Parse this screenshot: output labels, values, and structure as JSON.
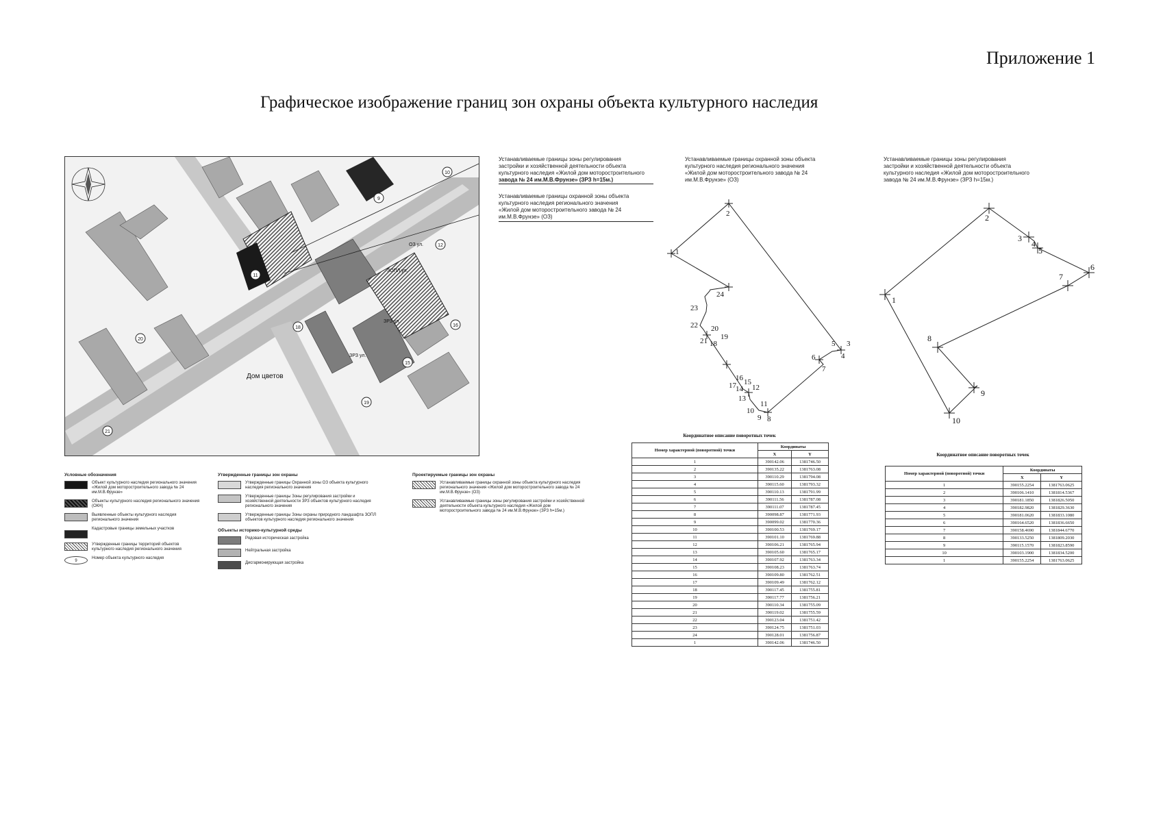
{
  "header": {
    "appendix": "Приложение 1",
    "title": "Графическое изображение границ зон охраны объекта культурного наследия"
  },
  "map": {
    "callout_zrz_line1": "Устанавливаемые границы зоны регулирования",
    "callout_zrz_line2": "застройки и хозяйственной деятельности объекта",
    "callout_zrz_line3": "культурного наследия «Жилой дом моторостроительного",
    "callout_zrz_line4": "завода № 24 им.М.В.Фрунзе» (ЗРЗ h=15м.)",
    "callout_oz_line1": "Устанавливаемые границы охранной зоны объекта",
    "callout_oz_line2": "культурного наследия регионального значения",
    "callout_oz_line3": "«Жилой дом моторостроительного завода № 24",
    "callout_oz_line4": "им.М.В.Фрунзе» (ОЗ)",
    "label_dom_tsvetov": "Дом цветов",
    "label_oz": "ОЗ ул.",
    "label_zrz1": "ЗРЗ ул.",
    "label_zrz2": "ЗРЗ ул.",
    "label_zopl": "ЗОПЛ ул.",
    "markers": [
      "10",
      "9",
      "12",
      "11",
      "16",
      "15",
      "18",
      "19",
      "20",
      "21"
    ]
  },
  "legend": {
    "col1_header": "Условные обозначения",
    "col1_items": [
      "Объект культурного наследия регионального значения «Жилой дом моторостроительного завода № 24 им.М.В.Фрунзе»",
      "Объекты культурного наследия регионального значения (ОКН)",
      "Выявленные объекты культурного наследия регионального значения",
      "Кадастровые границы земельных участков",
      "Утвержденные границы территорий объектов культурного наследия регионального значения",
      "Номер объекта культурного наследия"
    ],
    "col1_circle": "9",
    "col2_header": "Утвержденные границы зон охраны",
    "col2_items": [
      "Утвержденные границы Охранной зоны ОЗ объекта культурного наследия регионального значения",
      "Утвержденные границы Зоны регулирования застройки и хозяйственной деятельности ЗРЗ объектов культурного наследия регионального значения",
      "Утвержденные границы Зоны охраны природного ландшафта ЗОПЛ объектов культурного наследия регионального значения"
    ],
    "col2b_header": "Объекты историко-культурной среды",
    "col2b_items": [
      "Рядовая историческая застройка",
      "Нейтральная застройка",
      "Дисгармонирующая застройка"
    ],
    "col3_header": "Проектируемые границы зон охраны",
    "col3_items": [
      "Устанавливаемые границы охранной зоны объекта культурного наследия регионального значения «Жилой дом моторостроительного завода № 24 им.М.В.Фрунзе» (ОЗ)",
      "Устанавливаемые границы зоны регулирования застройки и хозяйственной деятельности объекта культурного наследия «Жилой дом моторостроительного завода № 24 им.М.В.Фрунзе» (ЗРЗ h=15м.)"
    ]
  },
  "diagram1": {
    "label_line1": "Устанавливаемые границы охранной зоны объекта",
    "label_line2": "культурного наследия регионального значения",
    "label_line3": "«Жилой дом моторостроительного завода № 24",
    "label_line4": "им.М.В.Фрунзе» (ОЗ)",
    "points": [
      "1",
      "2",
      "3",
      "4",
      "5",
      "6",
      "7",
      "8",
      "9",
      "10",
      "11",
      "12",
      "13",
      "14",
      "15",
      "16",
      "17",
      "18",
      "19",
      "20",
      "21",
      "22",
      "23",
      "24"
    ]
  },
  "diagram2": {
    "label_line1": "Устанавливаемые границы зоны регулирования",
    "label_line2": "застройки и хозяйственной деятельности объекта",
    "label_line3": "культурного наследия «Жилой дом моторостроительного",
    "label_line4": "завода № 24 им.М.В.Фрунзе» (ЗРЗ h=15м.)",
    "points": [
      "1",
      "2",
      "3",
      "4",
      "5",
      "6",
      "7",
      "8",
      "9",
      "10"
    ]
  },
  "table1": {
    "caption": "Координатное описание поворотных точек",
    "col_point": "Номер характерной (поворотной) точки",
    "col_coords": "Координаты",
    "col_x": "X",
    "col_y": "Y",
    "rows": [
      [
        "1",
        "390142.06",
        "1381746.50"
      ],
      [
        "2",
        "390135.22",
        "1381763.08"
      ],
      [
        "3",
        "390110.29",
        "1381794.08"
      ],
      [
        "4",
        "390115.60",
        "1381793.32"
      ],
      [
        "5",
        "390110.13",
        "1381791.99"
      ],
      [
        "6",
        "390111.56",
        "1381787.08"
      ],
      [
        "7",
        "390111.07",
        "1381787.45"
      ],
      [
        "8",
        "390098.87",
        "1381771.93"
      ],
      [
        "9",
        "390099.02",
        "1381770.36"
      ],
      [
        "10",
        "390100.53",
        "1381769.17"
      ],
      [
        "11",
        "390101.10",
        "1381769.88"
      ],
      [
        "12",
        "390106.21",
        "1381765.94"
      ],
      [
        "13",
        "390105.60",
        "1381765.17"
      ],
      [
        "14",
        "390107.92",
        "1381763.34"
      ],
      [
        "15",
        "390108.23",
        "1381763.74"
      ],
      [
        "16",
        "390109.80",
        "1381762.51"
      ],
      [
        "17",
        "390109.49",
        "1381762.12"
      ],
      [
        "18",
        "390117.45",
        "1381755.81"
      ],
      [
        "19",
        "390117.77",
        "1381756.21"
      ],
      [
        "20",
        "390110.34",
        "1381755.09"
      ],
      [
        "21",
        "390119.02",
        "1381755.59"
      ],
      [
        "22",
        "390123.04",
        "1381751.42"
      ],
      [
        "23",
        "390124.75",
        "1381751.03"
      ],
      [
        "24",
        "390128.01",
        "1381756.87"
      ],
      [
        "1",
        "390142.06",
        "1381746.50"
      ]
    ]
  },
  "table2": {
    "caption": "Координатное описание поворотных точек",
    "col_point": "Номер характерной (поворотной) точки",
    "col_coords": "Координаты",
    "col_x": "X",
    "col_y": "Y",
    "rows": [
      [
        "1",
        "390155.2254",
        "1381763.0625"
      ],
      [
        "2",
        "390106.1410",
        "1381814.5367"
      ],
      [
        "3",
        "390181.1850",
        "1381826.5050"
      ],
      [
        "4",
        "390182.9820",
        "1381829.3630"
      ],
      [
        "5",
        "390181.0620",
        "1381833.1080"
      ],
      [
        "6",
        "390164.6520",
        "1381836.6650"
      ],
      [
        "7",
        "390158.4690",
        "1381844.6770"
      ],
      [
        "8",
        "390133.5250",
        "1381809.2030"
      ],
      [
        "9",
        "390115.1570",
        "1381823.8590"
      ],
      [
        "10",
        "390103.1900",
        "1381834.5200"
      ],
      [
        "1",
        "390155.2254",
        "1381763.0625"
      ]
    ]
  }
}
